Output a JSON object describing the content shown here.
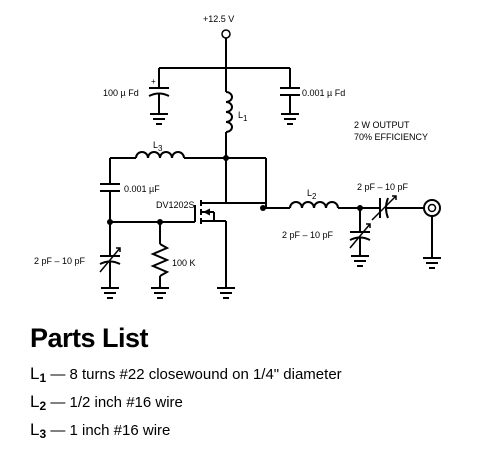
{
  "schematic": {
    "supply_label": "+12.5 V",
    "c_supply_left_label": "100 µ Fd",
    "c_supply_left_plus": "+",
    "c_supply_right_label": "0.001 µ Fd",
    "l1_label": "L",
    "l1_sub": "1",
    "l3_label": "L",
    "l3_sub": "3",
    "l2_label": "L",
    "l2_sub": "2",
    "output_note_line1": "2 W OUTPUT",
    "output_note_line2": "70% EFFICIENCY",
    "feedback_cap_label": "0.001 µF",
    "transistor_label": "DV1202S",
    "trimmer_left_label": "2 pF – 10 pF",
    "trimmer_mid_label": "2 pF – 10 pF",
    "trimmer_series_label": "2 pF – 10 pF",
    "resistor_label": "100 K"
  },
  "parts_list": {
    "title": "Parts List",
    "items": [
      {
        "sym": "L",
        "sub": "1",
        "text": " — 8 turns #22 closewound on 1/4\" diameter"
      },
      {
        "sym": "L",
        "sub": "2",
        "text": " — 1/2 inch #16 wire"
      },
      {
        "sym": "L",
        "sub": "3",
        "text": " — 1 inch #16 wire"
      }
    ]
  }
}
